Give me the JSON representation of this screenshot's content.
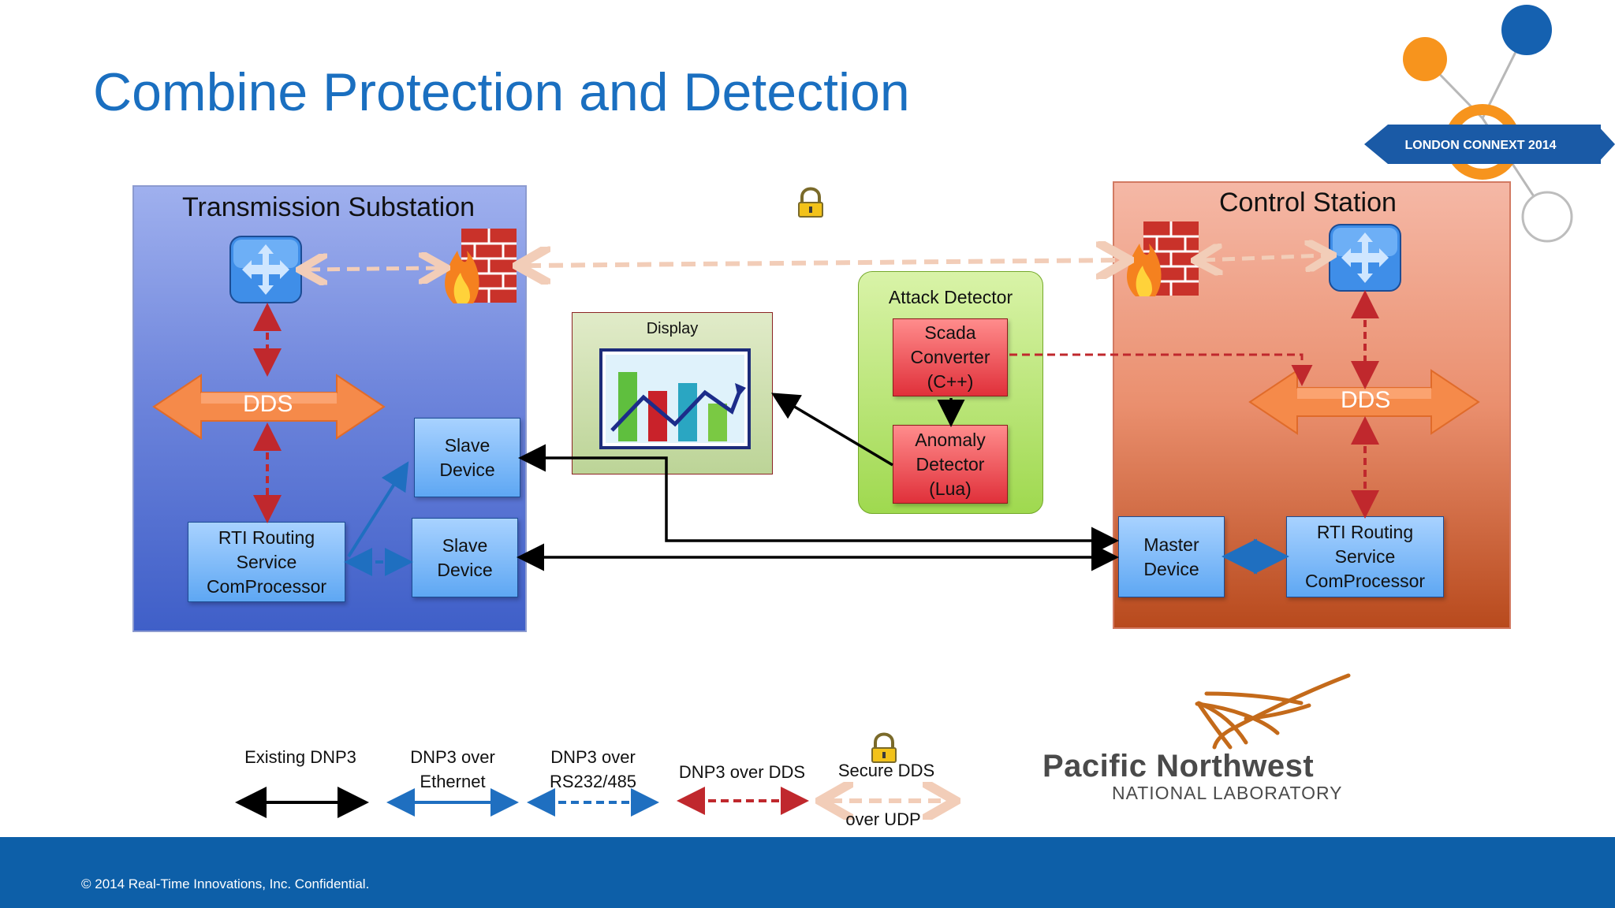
{
  "slide": {
    "title": "Combine Protection and Detection",
    "footer": "© 2014 Real-Time Innovations, Inc.  Confidential.",
    "badge": "LONDON CONNEXT 2014"
  },
  "left_panel": {
    "title": "Transmission Substation",
    "dds": "DDS",
    "slave_device_1": [
      "Slave",
      "Device"
    ],
    "slave_device_2": [
      "Slave",
      "Device"
    ],
    "routing": [
      "RTI Routing",
      "Service",
      "ComProcessor"
    ]
  },
  "right_panel": {
    "title": "Control Station",
    "dds": "DDS",
    "master_device": [
      "Master",
      "Device"
    ],
    "routing": [
      "RTI Routing",
      "Service",
      "ComProcessor"
    ]
  },
  "attack_detector": {
    "title": "Attack Detector",
    "scada": [
      "Scada",
      "Converter",
      "(C++)"
    ],
    "anomaly": [
      "Anomaly",
      "Detector",
      "(Lua)"
    ]
  },
  "display": {
    "title": "Display"
  },
  "legend": {
    "existing": "Existing DNP3",
    "ethernet": [
      "DNP3 over",
      "Ethernet"
    ],
    "serial": [
      "DNP3 over",
      "RS232/485"
    ],
    "dds": "DNP3 over DDS",
    "secure_top": "Secure DDS",
    "secure_bottom": "over UDP"
  },
  "logo": {
    "line1": "Pacific Northwest",
    "line2": "NATIONAL LABORATORY"
  },
  "colors": {
    "title": "#1a6fc0",
    "footer": "#0d5fa8",
    "existing": "#000000",
    "ethernet": "#1f6fc0",
    "dds_link": "#c0282d",
    "secure": "#f2cdb8",
    "dds_arrow": "#f58a4a"
  }
}
